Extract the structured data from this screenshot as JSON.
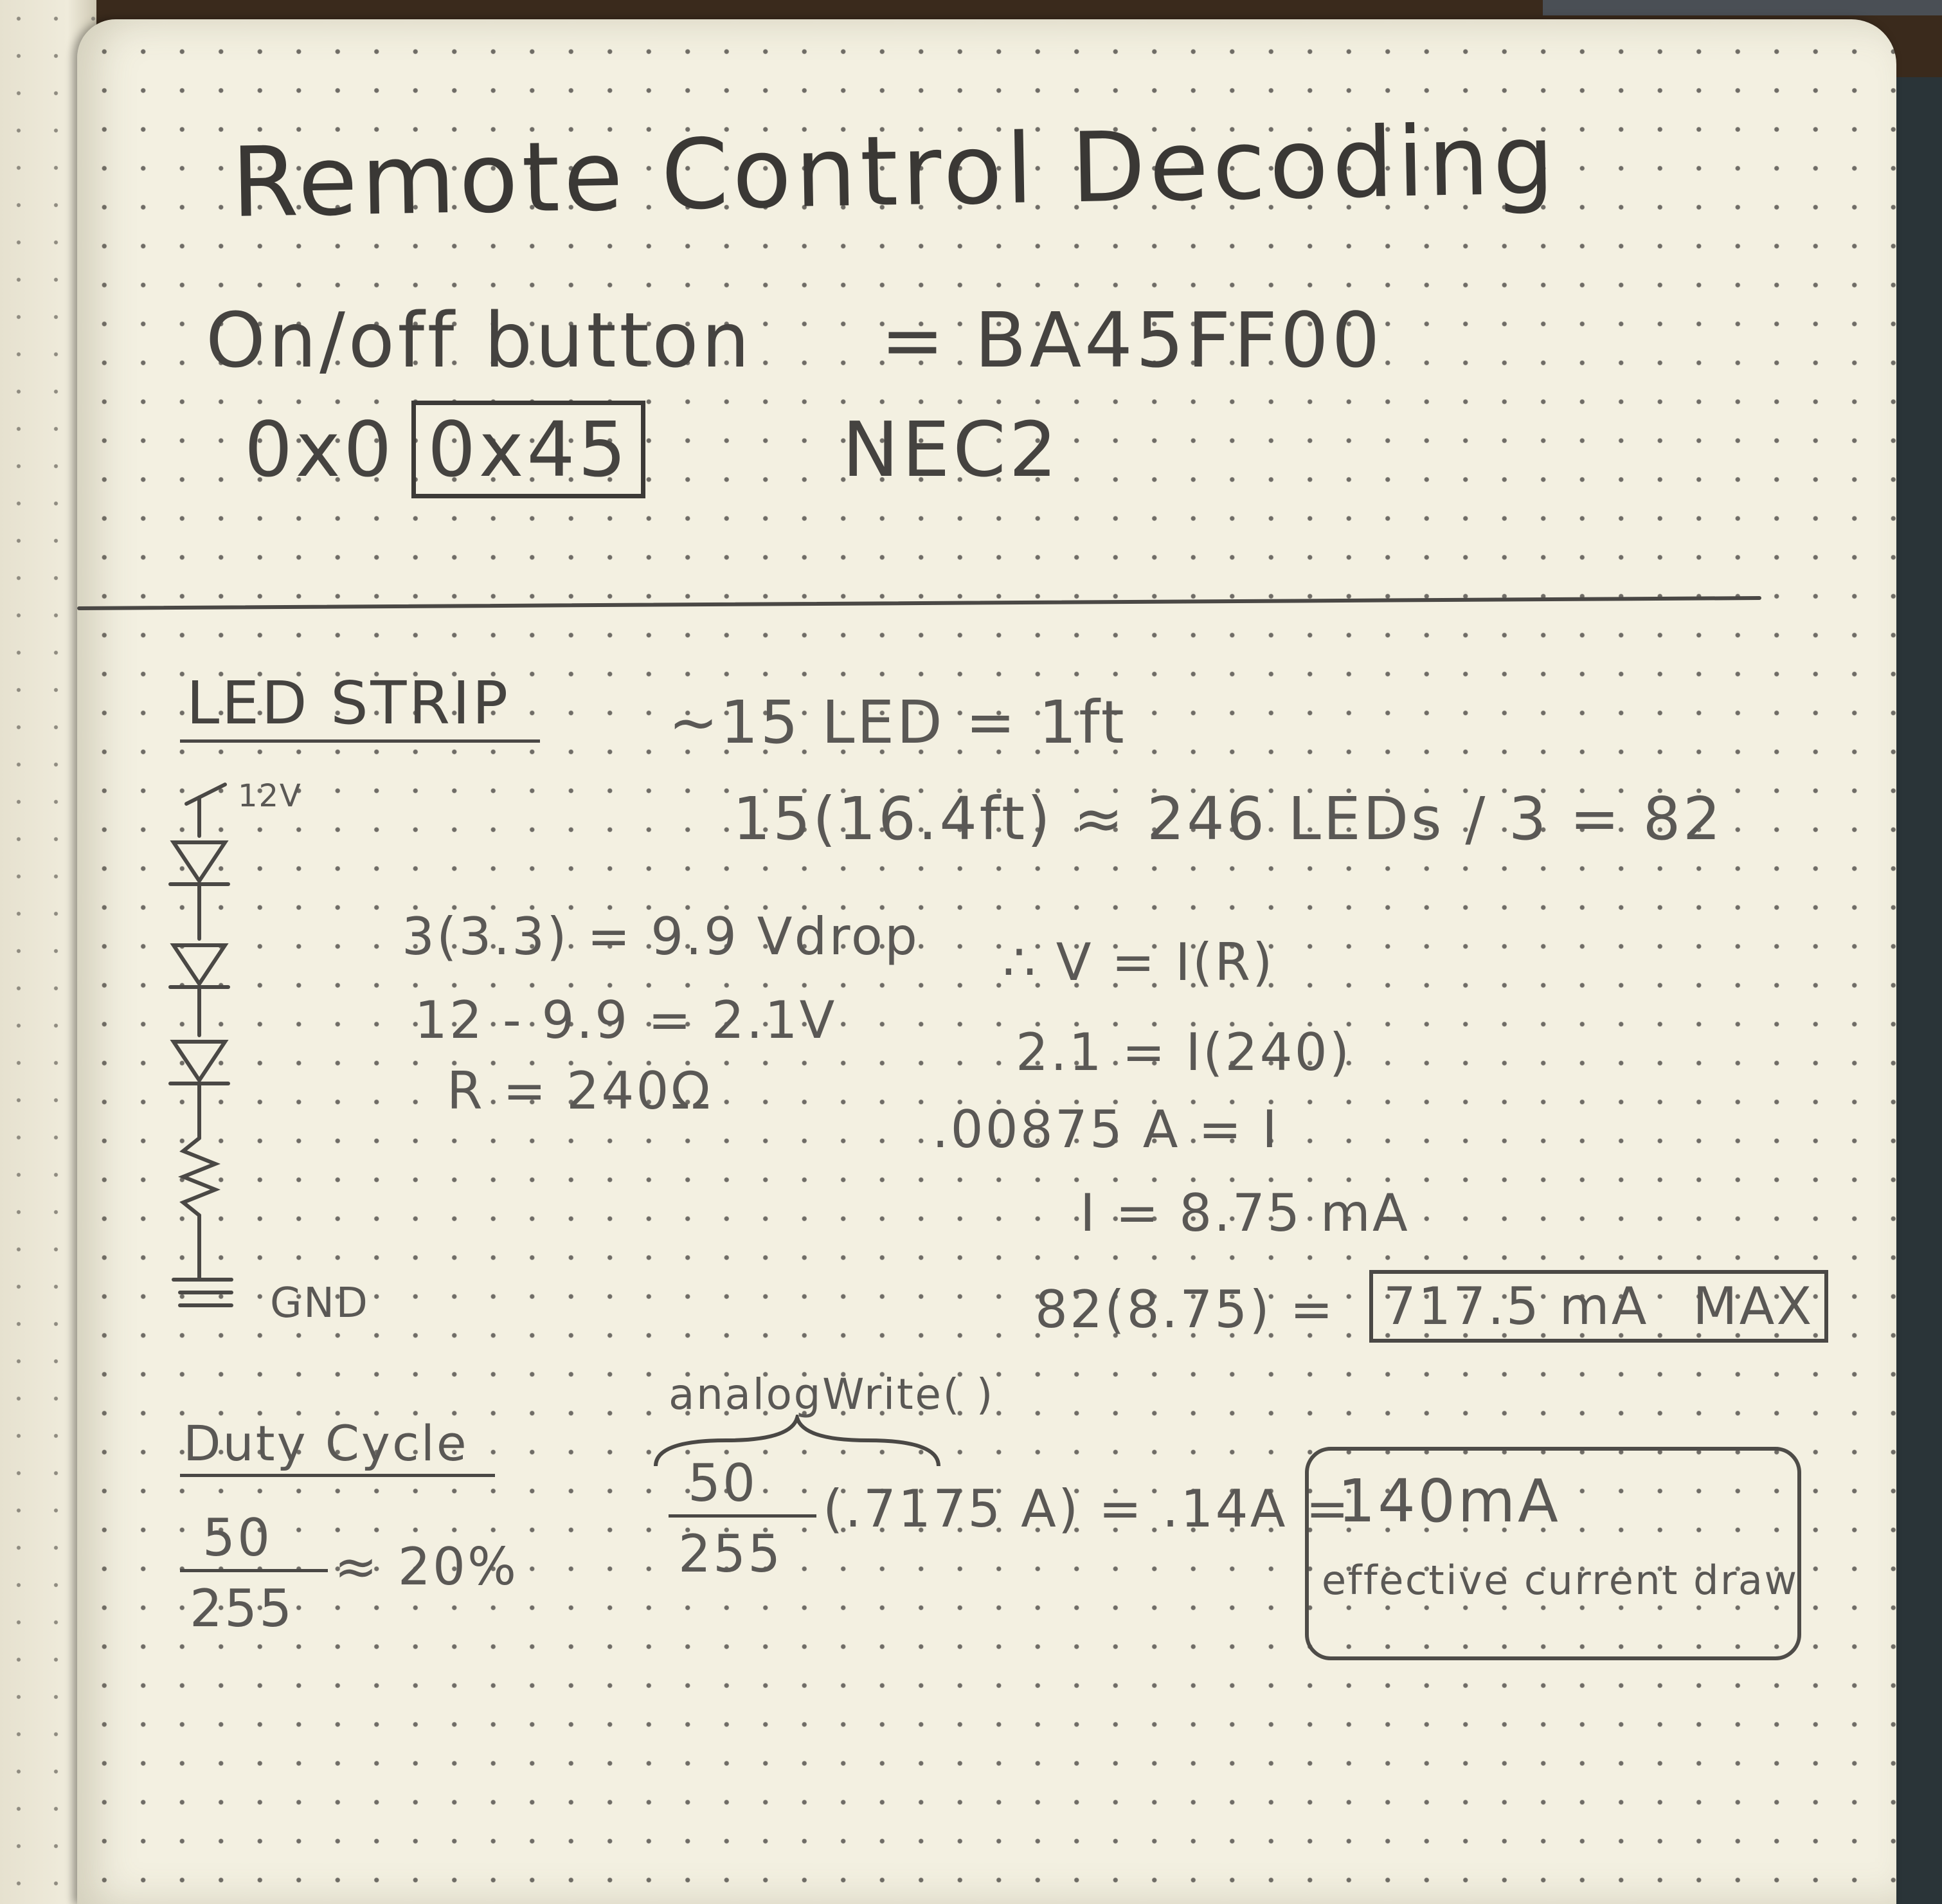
{
  "title": "Remote Control Decoding",
  "ir": {
    "button_label": "On/off button",
    "code": "= BA45FF00",
    "addr": "0x0",
    "cmd": "0x45",
    "protocol": "NEC2"
  },
  "led": {
    "heading": "LED STRIP",
    "leds_per_ft": "~15 LED = 1ft",
    "strip_calc": "15(16.4ft) ≈ 246 LEDs / 3 = 82",
    "volt_label": "12V",
    "gnd_label": "GND",
    "vdrop": "3(3.3) = 9.9 Vdrop",
    "vrem": "12 - 9.9 = 2.1V",
    "resistor": "R = 240Ω",
    "ohm": "∴ V = I(R)",
    "subst": "2.1 = I(240)",
    "amps": ".00875 A = I",
    "ma": "I = 8.75 mA",
    "total_prefix": "82(8.75) =",
    "total_value": "717.5 mA",
    "total_max": "MAX"
  },
  "duty": {
    "heading": "Duty Cycle",
    "num": "50",
    "den": "255",
    "approx": "≈ 20%",
    "func": "analogWrite( )",
    "calc_num": "50",
    "calc_den": "255",
    "calc_rest": "(.7175 A) = .14A =",
    "result": "140mA",
    "result_note": "effective current draw"
  }
}
